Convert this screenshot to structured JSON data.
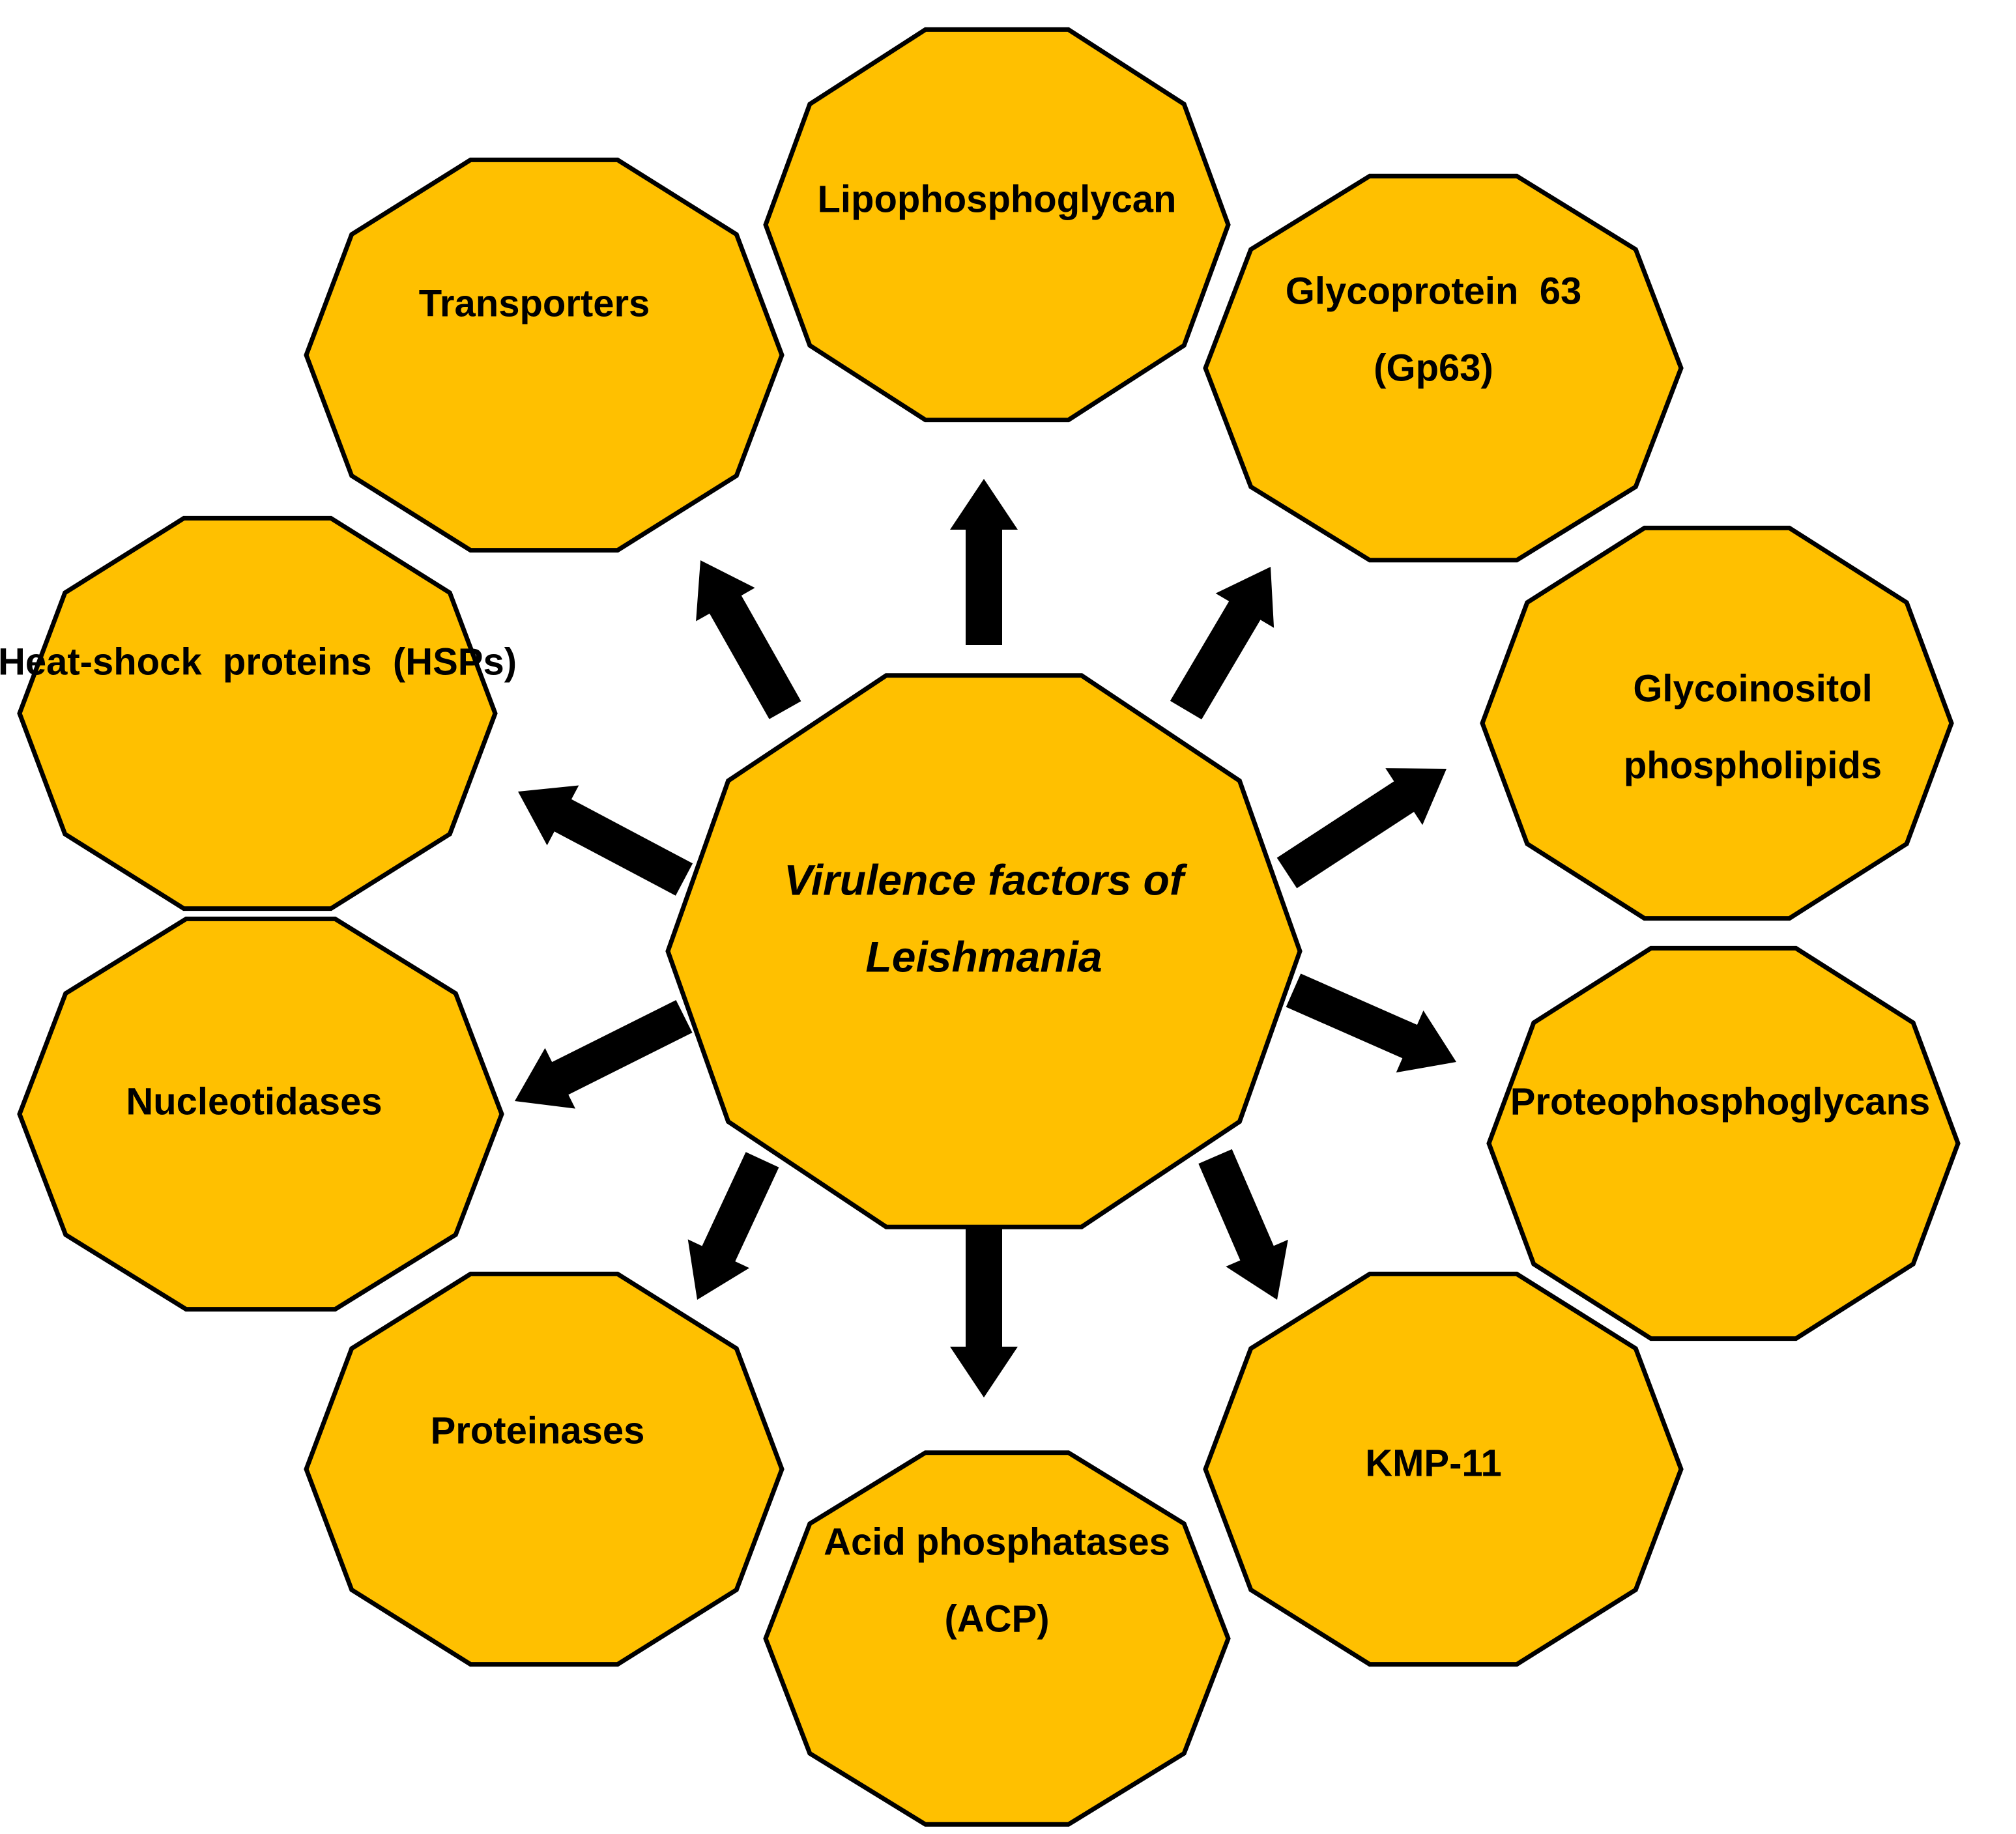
{
  "center": {
    "lines": [
      "Virulence factors of",
      "Leishmania"
    ]
  },
  "factors": [
    {
      "id": "lipophosphoglycan",
      "lines": [
        "Lipophosphoglycan"
      ]
    },
    {
      "id": "glycoprotein-63",
      "lines": [
        "Glycoprotein  63",
        "(Gp63)"
      ]
    },
    {
      "id": "glycoinositol-phospholipids",
      "lines": [
        "Glycoinositol",
        "phospholipids"
      ]
    },
    {
      "id": "proteophosphoglycans",
      "lines": [
        "Proteophosphoglycans"
      ]
    },
    {
      "id": "kmp-11",
      "lines": [
        "KMP-11"
      ]
    },
    {
      "id": "acid-phosphatases",
      "lines": [
        "Acid phosphatases",
        "(ACP)"
      ]
    },
    {
      "id": "proteinases",
      "lines": [
        "Proteinases"
      ]
    },
    {
      "id": "nucleotidases",
      "lines": [
        "Nucleotidases"
      ]
    },
    {
      "id": "heat-shock-proteins",
      "lines": [
        "Heat-shock  proteins  (HSPs)"
      ]
    },
    {
      "id": "transporters",
      "lines": [
        "Transporters"
      ]
    }
  ],
  "colors": {
    "node_fill": "#ffc000",
    "stroke": "#000000",
    "arrow": "#000000"
  }
}
